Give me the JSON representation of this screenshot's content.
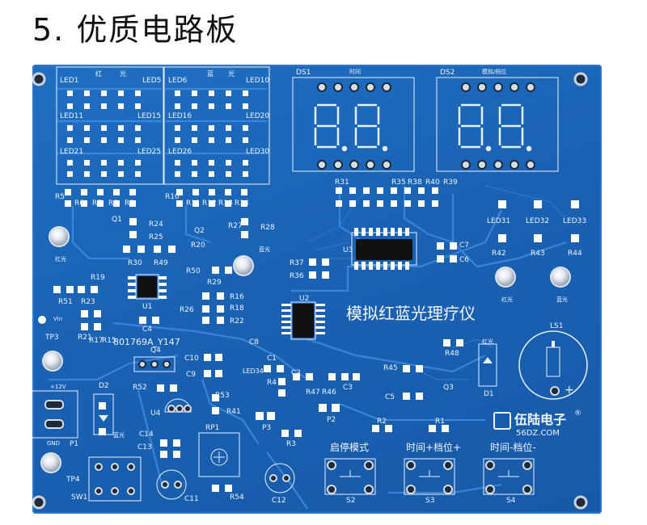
{
  "page": {
    "title": "5. 优质电路板"
  },
  "board": {
    "product_title": "模拟红蓝光理疗仪",
    "brand_name": "伍陆电子",
    "brand_url": "56DZ.COM",
    "registered_mark": "®",
    "part_number": "801769A_Y147",
    "button_labels": [
      "启停模式",
      "时间+档位+",
      "时间-档位-"
    ],
    "display_labels": [
      {
        "ref": "DS1",
        "caption": "时间"
      },
      {
        "ref": "DS2",
        "caption": "模拟/档位"
      }
    ],
    "indicator_labels": [
      "红光",
      "蓝光",
      "红光",
      "蓝光",
      "红光",
      "蓝光"
    ],
    "led_group_captions": [
      "红",
      "光",
      "蓝",
      "光"
    ],
    "power_labels": [
      "+12V",
      "GND",
      "Vin"
    ],
    "polarity_mark": "+",
    "references": [
      "LED1",
      "LED5",
      "LED6",
      "LED10",
      "LED11",
      "LED15",
      "LED16",
      "LED20",
      "LED21",
      "LED25",
      "LED26",
      "LED30",
      "LED31",
      "LED32",
      "LED33",
      "LED34",
      "R5",
      "R6",
      "R7",
      "R8",
      "R9",
      "R10",
      "R11",
      "R12",
      "R13",
      "R14",
      "Q1",
      "Q2",
      "Q3",
      "Q4",
      "R24",
      "R25",
      "R27",
      "R28",
      "R30",
      "R49",
      "R20",
      "R19",
      "R50",
      "R29",
      "R37",
      "R36",
      "R31",
      "R35",
      "R38",
      "R40",
      "R39",
      "C7",
      "C6",
      "U3",
      "R42",
      "R43",
      "R44",
      "R51",
      "R23",
      "U1",
      "R26",
      "R16",
      "R18",
      "R22",
      "U2",
      "C4",
      "C8",
      "R21",
      "R17",
      "R15",
      "TP3",
      "TP4",
      "C10",
      "C9",
      "C1",
      "C2",
      "C3",
      "R4",
      "R47",
      "R46",
      "P2",
      "R45",
      "R48",
      "D1",
      "C5",
      "LS1",
      "R52",
      "R53",
      "R41",
      "P3",
      "R2",
      "R1",
      "R3",
      "U4",
      "RP1",
      "C14",
      "C13",
      "C11",
      "R54",
      "C12",
      "D2",
      "P1",
      "SW1",
      "S2",
      "S3",
      "S4"
    ]
  }
}
